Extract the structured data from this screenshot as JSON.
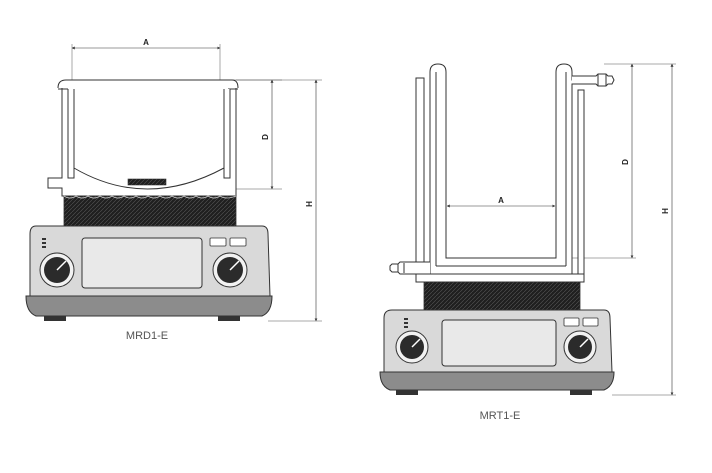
{
  "models": [
    {
      "caption": "MRD1-E",
      "dimensions": {
        "width": "A",
        "depth": "D",
        "height": "H"
      }
    },
    {
      "caption": "MRT1-E",
      "dimensions": {
        "width": "A",
        "depth": "D",
        "height": "H"
      }
    }
  ],
  "colors": {
    "outline": "#333333",
    "base_shell": "#d9d9d9",
    "base_bottom": "#8c8c8c",
    "display": "#e9e9e9",
    "knob": "#2b2b2b",
    "heater": "#1f1f1f",
    "vessel": "#ffffff"
  }
}
